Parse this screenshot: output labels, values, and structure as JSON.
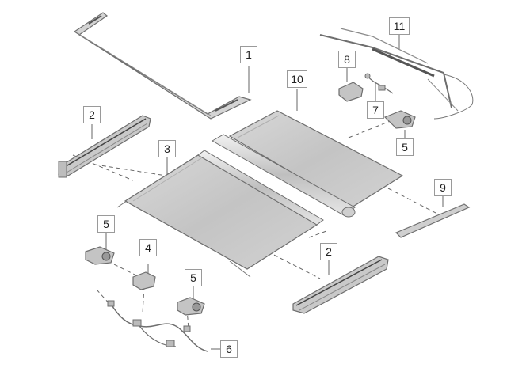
{
  "diagram": {
    "callouts": [
      {
        "id": "c1",
        "label": "1"
      },
      {
        "id": "c2a",
        "label": "2"
      },
      {
        "id": "c2b",
        "label": "2"
      },
      {
        "id": "c3",
        "label": "3"
      },
      {
        "id": "c4",
        "label": "4"
      },
      {
        "id": "c5a",
        "label": "5"
      },
      {
        "id": "c5b",
        "label": "5"
      },
      {
        "id": "c5c",
        "label": "5"
      },
      {
        "id": "c6",
        "label": "6"
      },
      {
        "id": "c7",
        "label": "7"
      },
      {
        "id": "c8",
        "label": "8"
      },
      {
        "id": "c9",
        "label": "9"
      },
      {
        "id": "c10",
        "label": "10"
      },
      {
        "id": "c11",
        "label": "11"
      }
    ],
    "colors": {
      "outline": "#6e6e6e",
      "panel_fill": "#d6d6d6",
      "panel_shade": "#bdbdbd",
      "metal": "#c9c9c9",
      "leader": "#555555",
      "dash": "#666666"
    }
  }
}
